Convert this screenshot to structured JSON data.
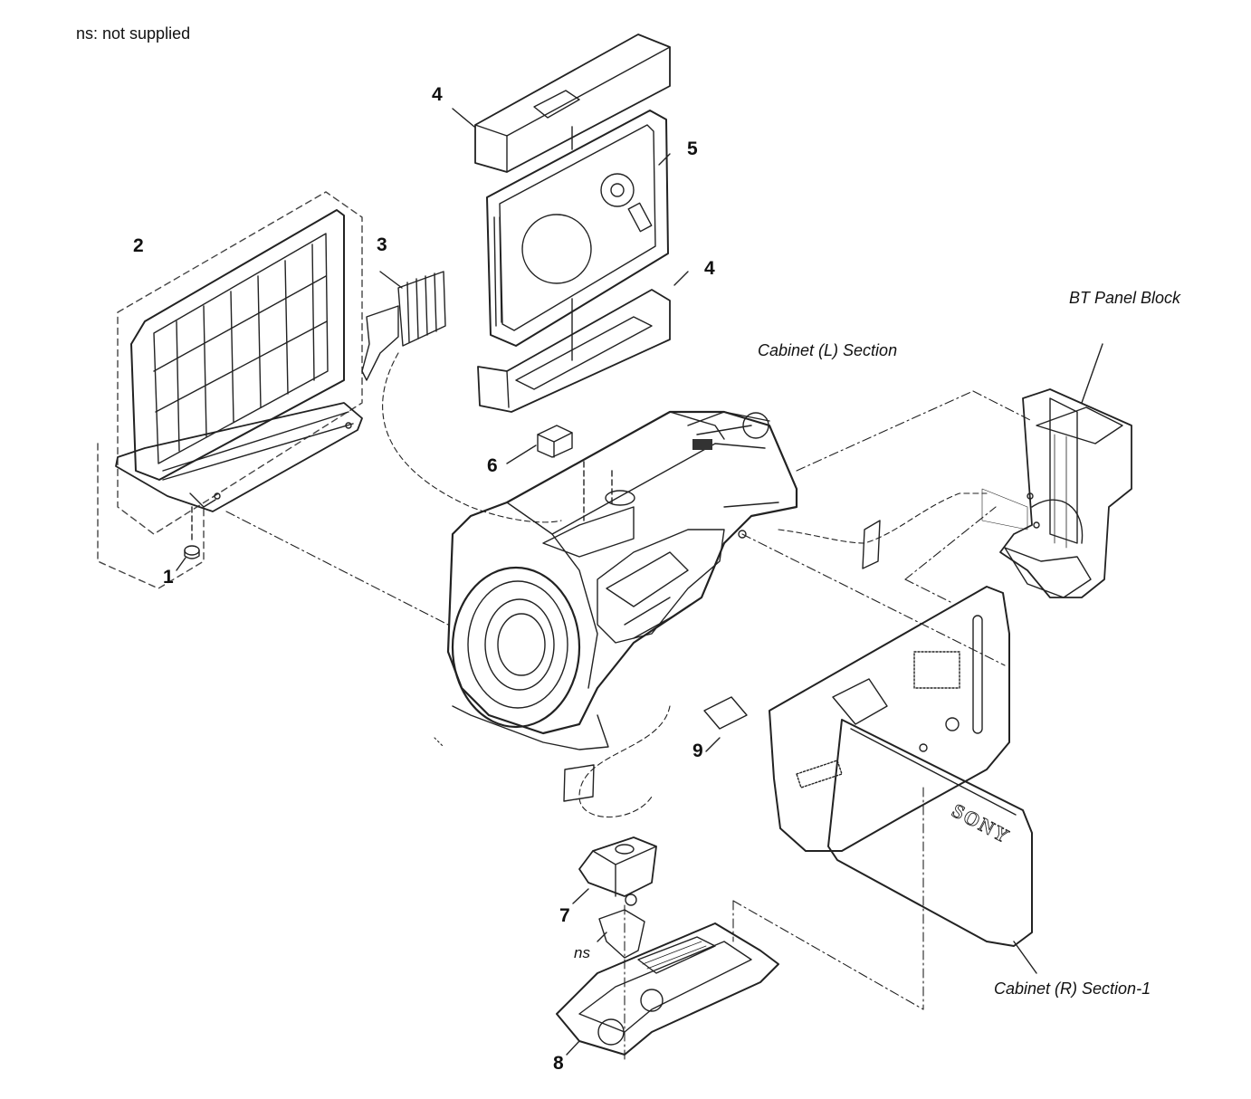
{
  "note": "ns: not supplied",
  "sections": {
    "bt_panel_block": "BT Panel Block",
    "cabinet_l": "Cabinet (L) Section",
    "cabinet_r": "Cabinet (R) Section-1"
  },
  "callouts": {
    "c1": "1",
    "c2": "2",
    "c3": "3",
    "c4a": "4",
    "c4b": "4",
    "c5": "5",
    "c6": "6",
    "c7": "7",
    "c8": "8",
    "c9": "9",
    "ns": "ns"
  },
  "brand_mark": "SONY"
}
